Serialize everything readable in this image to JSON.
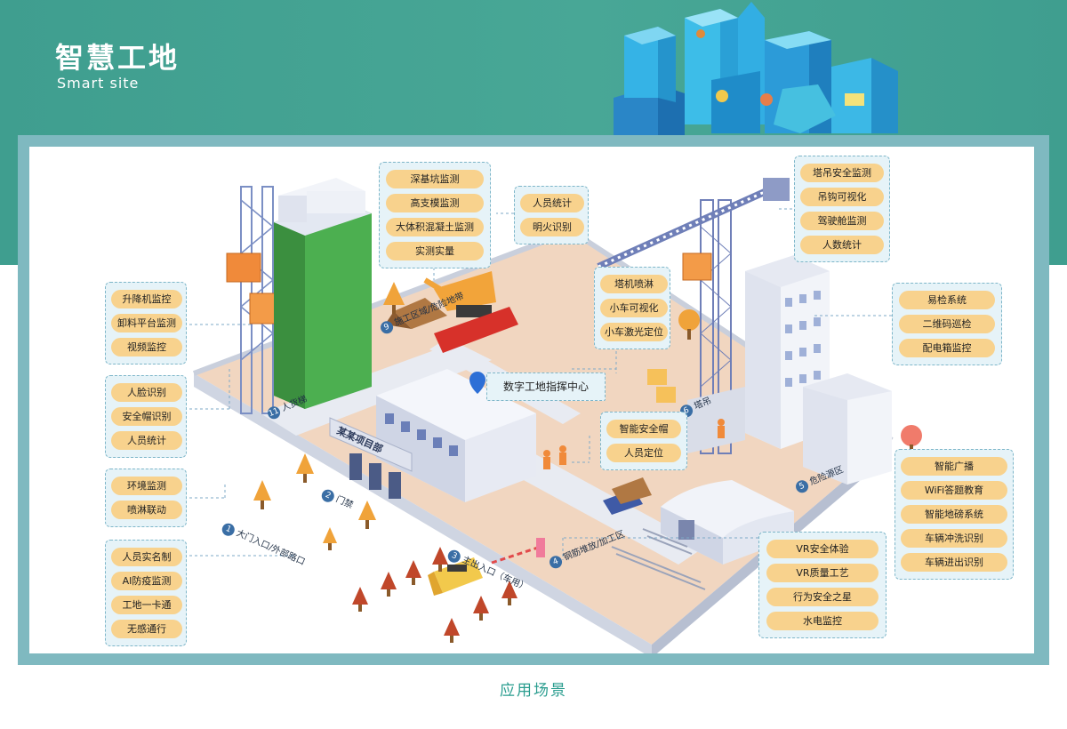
{
  "header": {
    "title": "智慧工地",
    "subtitle": "Smart site"
  },
  "caption": "应用场景",
  "diagram": {
    "center_label": "数字工地指挥中心",
    "project_sign": "某某项目部",
    "groups": {
      "hoist": [
        "升降机监控",
        "卸料平台监测",
        "视频监控"
      ],
      "face": [
        "人脸识别",
        "安全帽识别",
        "人员统计"
      ],
      "env": [
        "环境监测",
        "喷淋联动"
      ],
      "realname": [
        "人员实名制",
        "AI防疫监测",
        "工地一卡通",
        "无感通行"
      ],
      "pit": [
        "深基坑监测",
        "高支模监测",
        "大体积混凝土监测",
        "实测实量"
      ],
      "fire": [
        "人员统计",
        "明火识别"
      ],
      "trolley": [
        "塔机喷淋",
        "小车可视化",
        "小车激光定位"
      ],
      "tower": [
        "塔吊安全监测",
        "吊钩可视化",
        "驾驶舱监测",
        "人数统计"
      ],
      "patrol": [
        "易检系统",
        "二维码巡检",
        "配电箱监控"
      ],
      "helmet": [
        "智能安全帽",
        "人员定位"
      ],
      "broadcast": [
        "智能广播",
        "WiFi答题教育",
        "智能地磅系统",
        "车辆冲洗识别",
        "车辆进出识别"
      ],
      "vr": [
        "VR安全体验",
        "VR质量工艺",
        "行为安全之星",
        "水电监控"
      ]
    },
    "zones": [
      {
        "num": "1",
        "label": "大门入口/外部路口"
      },
      {
        "num": "2",
        "label": "门禁"
      },
      {
        "num": "3",
        "label": "主出入口（车用）"
      },
      {
        "num": "4",
        "label": "钢筋堆放/加工区"
      },
      {
        "num": "5",
        "label": "危险源区"
      },
      {
        "num": "6",
        "label": "塔吊"
      },
      {
        "num": "9",
        "label": "施工区域/危险地带"
      },
      {
        "num": "11",
        "label": "人货梯"
      }
    ],
    "colors": {
      "accent": "#2a9d8f",
      "pill": "#f8d28d",
      "box_border": "#7eb6c9",
      "box_bg": "#e6f3f8",
      "green_building": "#4caf50",
      "frame": "#7fb9c0"
    }
  }
}
